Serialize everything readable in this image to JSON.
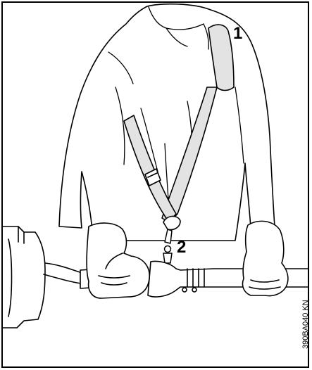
{
  "figure": {
    "callouts": {
      "one": "1",
      "two": "2"
    },
    "reference_code": "390BA040 KN"
  },
  "colors": {
    "line": "#000000",
    "strap_fill": "#e3e3e3",
    "background": "#ffffff"
  },
  "icons": [
    "harness-strap",
    "shoulder-pad",
    "strap-buckle",
    "suspension-hook",
    "trimmer-shaft",
    "glove"
  ]
}
